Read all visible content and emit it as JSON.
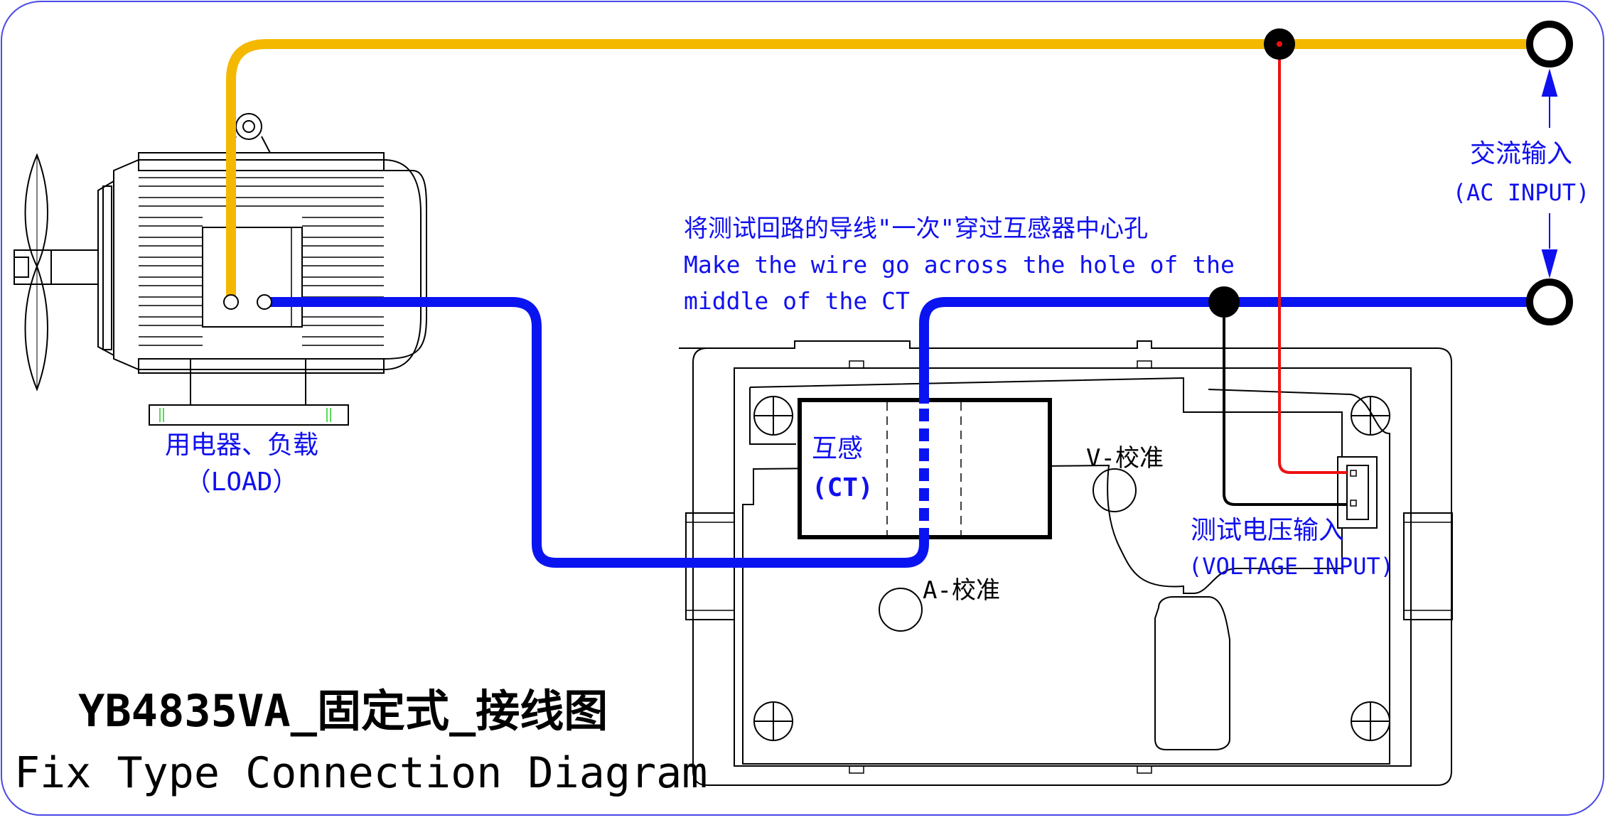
{
  "diagram": {
    "title_cn": "YB4835VA_固定式_接线图",
    "title_en": "Fix Type Connection Diagram",
    "load_label_cn": "用电器、负载",
    "load_label_en": "（LOAD）",
    "ac_input_cn": "交流输入",
    "ac_input_en": "(AC INPUT)",
    "instruction_cn": "将测试回路的导线\"一次\"穿过互感器中心孔",
    "instruction_en_line1": "Make the wire go across the hole of the",
    "instruction_en_line2": "middle of the CT",
    "ct_label_cn": "互感",
    "ct_label_en": "(CT)",
    "v_calib": "V-校准",
    "a_calib": "A-校准",
    "voltage_input_cn": "测试电压输入",
    "voltage_input_en": "(VOLTAGE INPUT)"
  },
  "colors": {
    "live_wire": "#f5b800",
    "neutral_wire": "#0a14f0",
    "red_lead": "#ee1111",
    "black_lead": "#000000",
    "label_blue": "#1010ee",
    "frame": "#4a4ae8"
  },
  "icons": [
    "fan-icon",
    "motor-icon",
    "terminal-icon",
    "junction-dot-icon",
    "arrow-icon"
  ]
}
